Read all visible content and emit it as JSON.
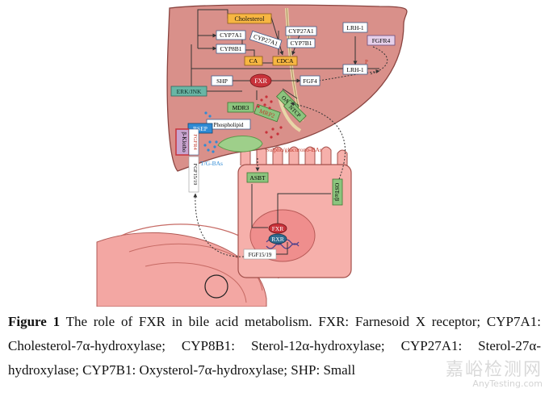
{
  "diagram": {
    "colors": {
      "liver": "#d9908a",
      "liver_edge": "#8a4440",
      "intestine": "#f3a7a3",
      "gold": "#f7b642",
      "green": "#8cc47e",
      "teal": "#69b6a5",
      "blue": "#2f8bd5",
      "red_node": "#c8323a"
    },
    "labels": {
      "cholesterol": "Cholesterol",
      "cyp7a1_top": "CYP7A1",
      "cyp27a1_diag": "CYP27A1",
      "cyp27a1_right": "CYP27A1",
      "cyp8b1": "CYP8B1",
      "cyp7b1": "CYP7B1",
      "ca": "CA",
      "cdca": "CDCA",
      "lrh1_top": "LRH-1",
      "lrh1_bottom": "LRH-1",
      "fgfr4_liver": "FGFR4",
      "p": "P",
      "shp": "SHP",
      "fxr_liver": "FXR",
      "fgf4": "FGF4",
      "erk_jnk": "ERK/JNK",
      "mdr3": "MDR3",
      "mrp2": "MRP2",
      "oatp": "OATP",
      "ntcp": "NTCP",
      "phospholipid": "Phospholipid",
      "bsep": "BSEP",
      "fgfr4_vertical": "FGFR4",
      "fgf1519_vertical": "FGF15/19",
      "beta_klotho": "β-Klotho",
      "tg_bas": "T/G-BAs",
      "sulpho": "Sulpho/glucurono-BAs",
      "asbt": "ASBT",
      "ostab": "OSTα/β",
      "fxr_intestine": "FXR",
      "rxr": "RXR",
      "fgf1519_intestine": "FGF15/19"
    }
  },
  "caption": {
    "figure_label": "Figure 1",
    "text": " The role of FXR in bile acid metabolism. FXR: Farnesoid X receptor; CYP7A1: Cholesterol-7α-hydroxylase; CYP8B1: Sterol-12α-hydroxylase; CYP27A1: Sterol-27α-hydroxylase; CYP7B1: Oxysterol-7α-hydroxylase; SHP: Small"
  },
  "watermark": {
    "cn": "嘉峪检测网",
    "en": "AnyTesting.com"
  }
}
